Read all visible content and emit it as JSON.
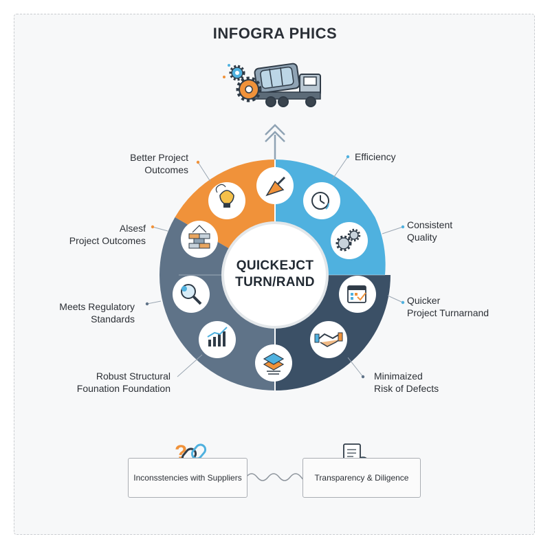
{
  "title": "INFOGRA PHICS",
  "center": {
    "line1": "QUICKEJCT",
    "line2": "TURN/RAND"
  },
  "labels": {
    "better_outcomes": {
      "line1": "Better Project",
      "line2": "Outcomes"
    },
    "alsesf": {
      "line1": "Alsesf",
      "line2": "Project Outcomes"
    },
    "regulatory": {
      "line1": "Meets Regulatory",
      "line2": "Standards"
    },
    "structural": {
      "line1": "Robust Structural",
      "line2": "Founation Foundation"
    },
    "efficiency": {
      "line1": "Efficiency"
    },
    "quality": {
      "line1": "Consistent",
      "line2": "Quality"
    },
    "turnaround": {
      "line1": "Quicker",
      "line2": "Project Turnarnand"
    },
    "defects": {
      "line1": "Minimaized",
      "line2": "Risk of Defects"
    }
  },
  "bottom": {
    "left_box": "Inconsstencies with Suppliers",
    "right_box": "Transparency & Diligence"
  },
  "colors": {
    "orange": "#f0923a",
    "blue": "#4fb1df",
    "slate": "#5f7388",
    "navy": "#3b5066"
  },
  "icons": [
    "truck-icon",
    "gears-icon",
    "trowel-icon",
    "lightbulb-icon",
    "bricks-icon",
    "magnifier-icon",
    "chart-icon",
    "layers-icon",
    "handshake-icon",
    "calendar-icon",
    "clock-icon",
    "link-icon",
    "document-icon"
  ]
}
